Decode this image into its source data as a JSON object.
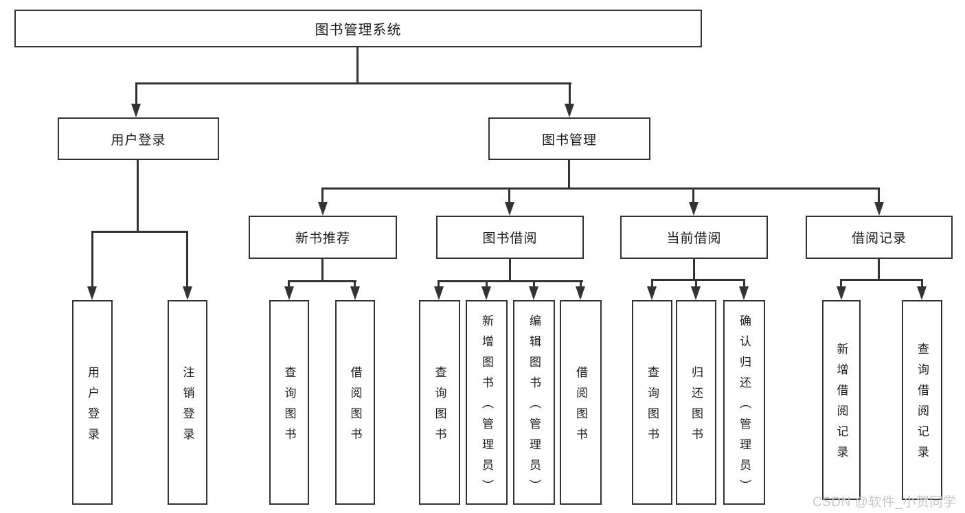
{
  "diagram": {
    "type": "tree",
    "title": "图书管理系统",
    "nodes": {
      "root": "图书管理系统",
      "user_login": "用户登录",
      "book_mgmt": "图书管理",
      "new_book_rec": "新书推荐",
      "book_borrow": "图书借阅",
      "current_borrow": "当前借阅",
      "borrow_records": "借阅记录",
      "leaf_user_login": "用户登录",
      "leaf_logout": "注销登录",
      "rec_query_books": "查询图书",
      "rec_borrow_books": "借阅图书",
      "bb_query_books": "查询图书",
      "bb_add_books": "新增图书（管理员）",
      "bb_edit_books": "编辑图书（管理员）",
      "bb_borrow_books": "借阅图书",
      "cb_query_books": "查询图书",
      "cb_return_books": "归还图书",
      "cb_confirm_return": "确认归还（管理员）",
      "br_add_record": "新增借阅记录",
      "br_query_record": "查询借阅记录"
    },
    "structure": {
      "图书管理系统": {
        "用户登录": [
          "用户登录",
          "注销登录"
        ],
        "图书管理": {
          "新书推荐": [
            "查询图书",
            "借阅图书"
          ],
          "图书借阅": [
            "查询图书",
            "新增图书（管理员）",
            "编辑图书（管理员）",
            "借阅图书"
          ],
          "当前借阅": [
            "查询图书",
            "归还图书",
            "确认归还（管理员）"
          ],
          "借阅记录": [
            "新增借阅记录",
            "查询借阅记录"
          ]
        }
      }
    },
    "colors": {
      "line": "#333333",
      "text": "#1c1c1c",
      "background": "#ffffff",
      "watermark": "#c5c8cc"
    }
  },
  "watermark": {
    "text": "CSDN @软件_小贺同学"
  }
}
